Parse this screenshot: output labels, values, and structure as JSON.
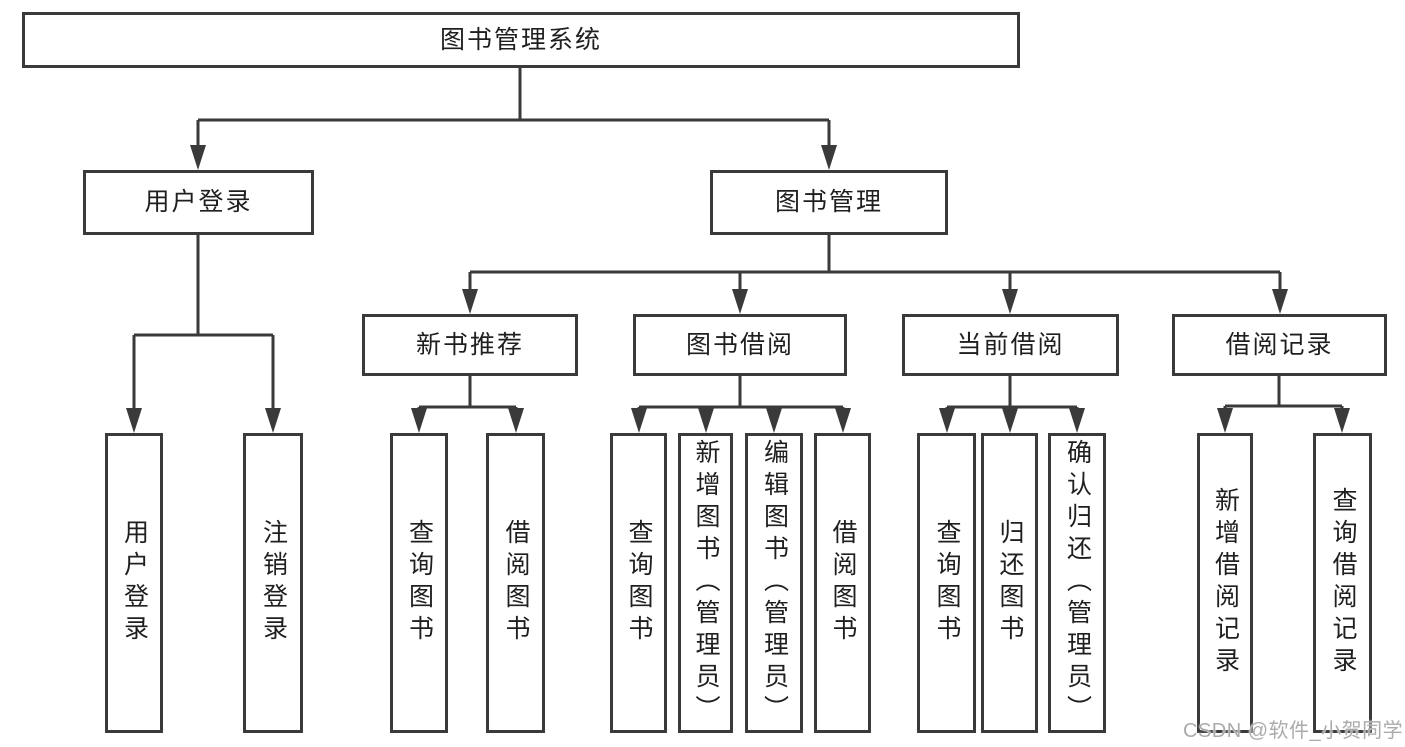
{
  "diagram": {
    "root": {
      "label": "图书管理系统"
    },
    "level2": [
      {
        "label": "用户登录"
      },
      {
        "label": "图书管理"
      }
    ],
    "level3": [
      {
        "label": "新书推荐"
      },
      {
        "label": "图书借阅"
      },
      {
        "label": "当前借阅"
      },
      {
        "label": "借阅记录"
      }
    ],
    "leaves": [
      {
        "label": "用户登录"
      },
      {
        "label": "注销登录"
      },
      {
        "label": "查询图书"
      },
      {
        "label": "借阅图书"
      },
      {
        "label": "查询图书"
      },
      {
        "label": "新增图书（管理员）"
      },
      {
        "label": "编辑图书（管理员）"
      },
      {
        "label": "借阅图书"
      },
      {
        "label": "查询图书"
      },
      {
        "label": "归还图书"
      },
      {
        "label": "确认归还（管理员）"
      },
      {
        "label": "新增借阅记录"
      },
      {
        "label": "查询借阅记录"
      }
    ]
  },
  "watermark": {
    "text": "CSDN @软件_小贺同学"
  },
  "colors": {
    "line": "#3a3a3a",
    "box_border": "#3a3a3a",
    "text": "#1f1f1f",
    "background": "#ffffff",
    "watermark": "#ababab"
  }
}
